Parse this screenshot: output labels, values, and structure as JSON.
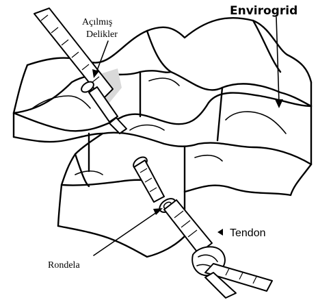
{
  "labels": {
    "holes": [
      "Açılmış",
      "Delikler"
    ],
    "product": "Envirogrid",
    "tendon": "Tendon",
    "washer": "Rondela"
  },
  "icons": {
    "tendon_marker": "small-left-triangle"
  }
}
